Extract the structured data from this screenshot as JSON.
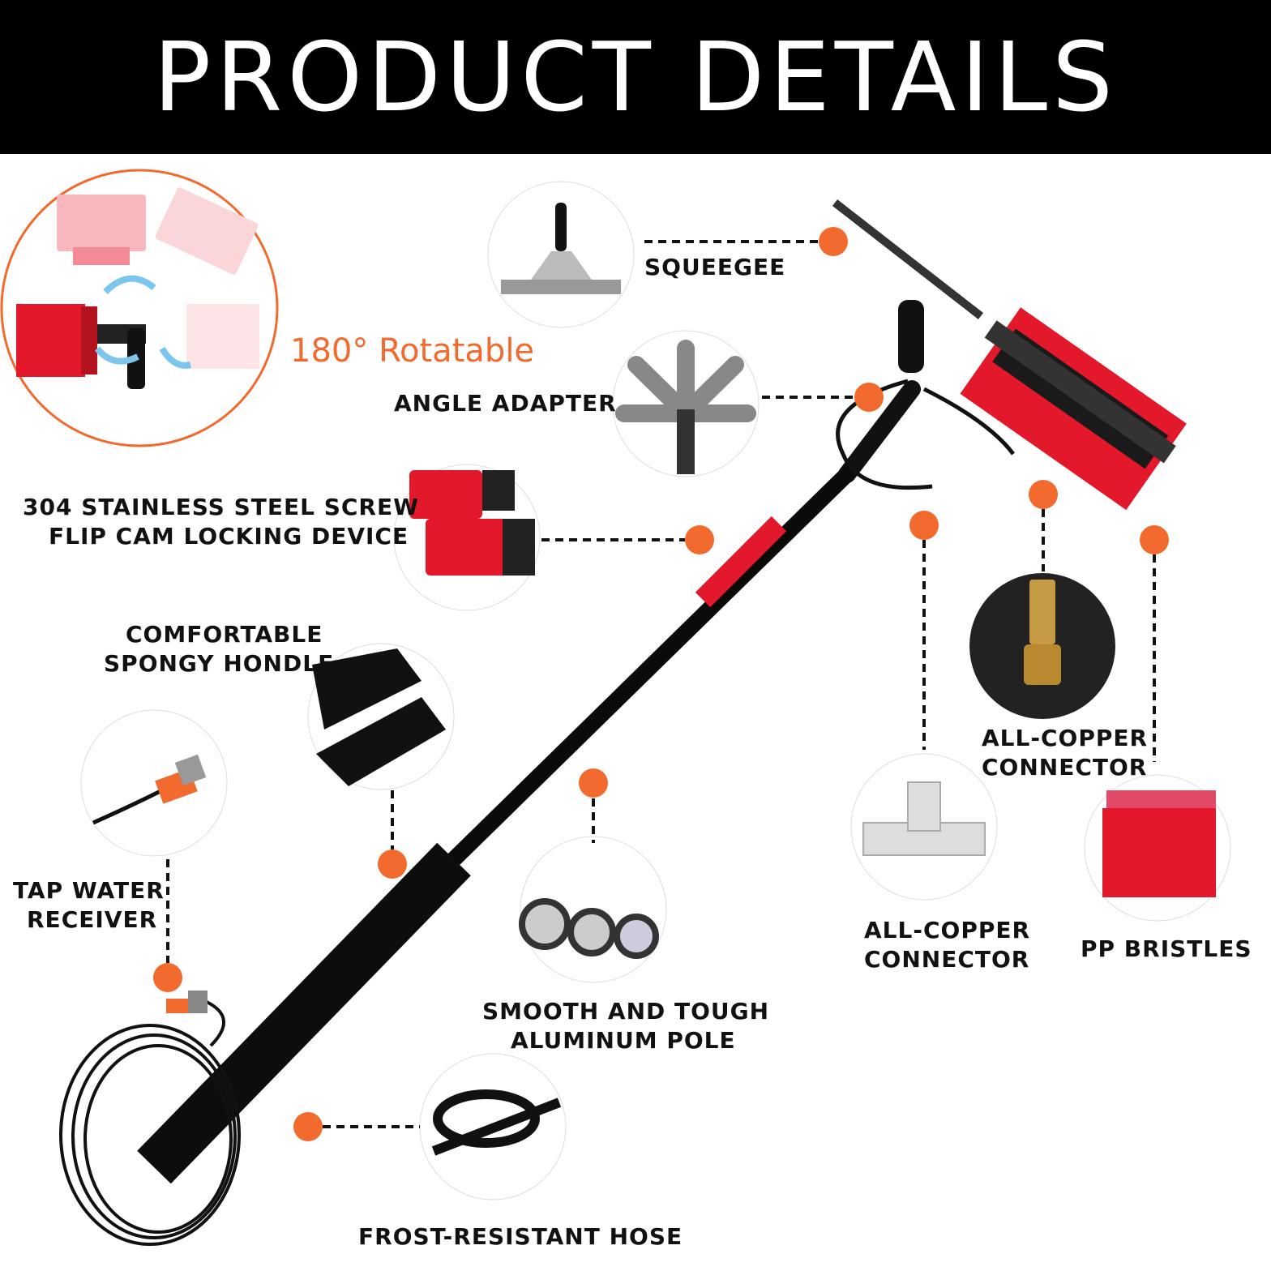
{
  "header": {
    "title": "PRODUCT DETAILS"
  },
  "rotation": {
    "text": "180° Rotatable"
  },
  "labels": {
    "squeegee": "SQUEEGEE",
    "angle_adapter": "ANGLE ADAPTER",
    "locking_line1": "304 STAINLESS STEEL SCREW",
    "locking_line2": "FLIP CAM LOCKING DEVICE",
    "handle_line1": "COMFORTABLE",
    "handle_line2": "SPONGY HONDLE",
    "tap_line1": "TAP WATER",
    "tap_line2": "RECEIVER",
    "pole_line1": "SMOOTH AND TOUGH",
    "pole_line2": "ALUMINUM POLE",
    "hose": "FROST-RESISTANT HOSE",
    "copper_right_line1": "ALL-COPPER",
    "copper_right_line2": "CONNECTOR",
    "copper_left_line1": "ALL-COPPER",
    "copper_left_line2": "CONNECTOR",
    "bristles": "PP BRISTLES"
  },
  "colors": {
    "accent": "#f26a2d",
    "banner": "#000000",
    "brush_red": "#e3182a"
  }
}
